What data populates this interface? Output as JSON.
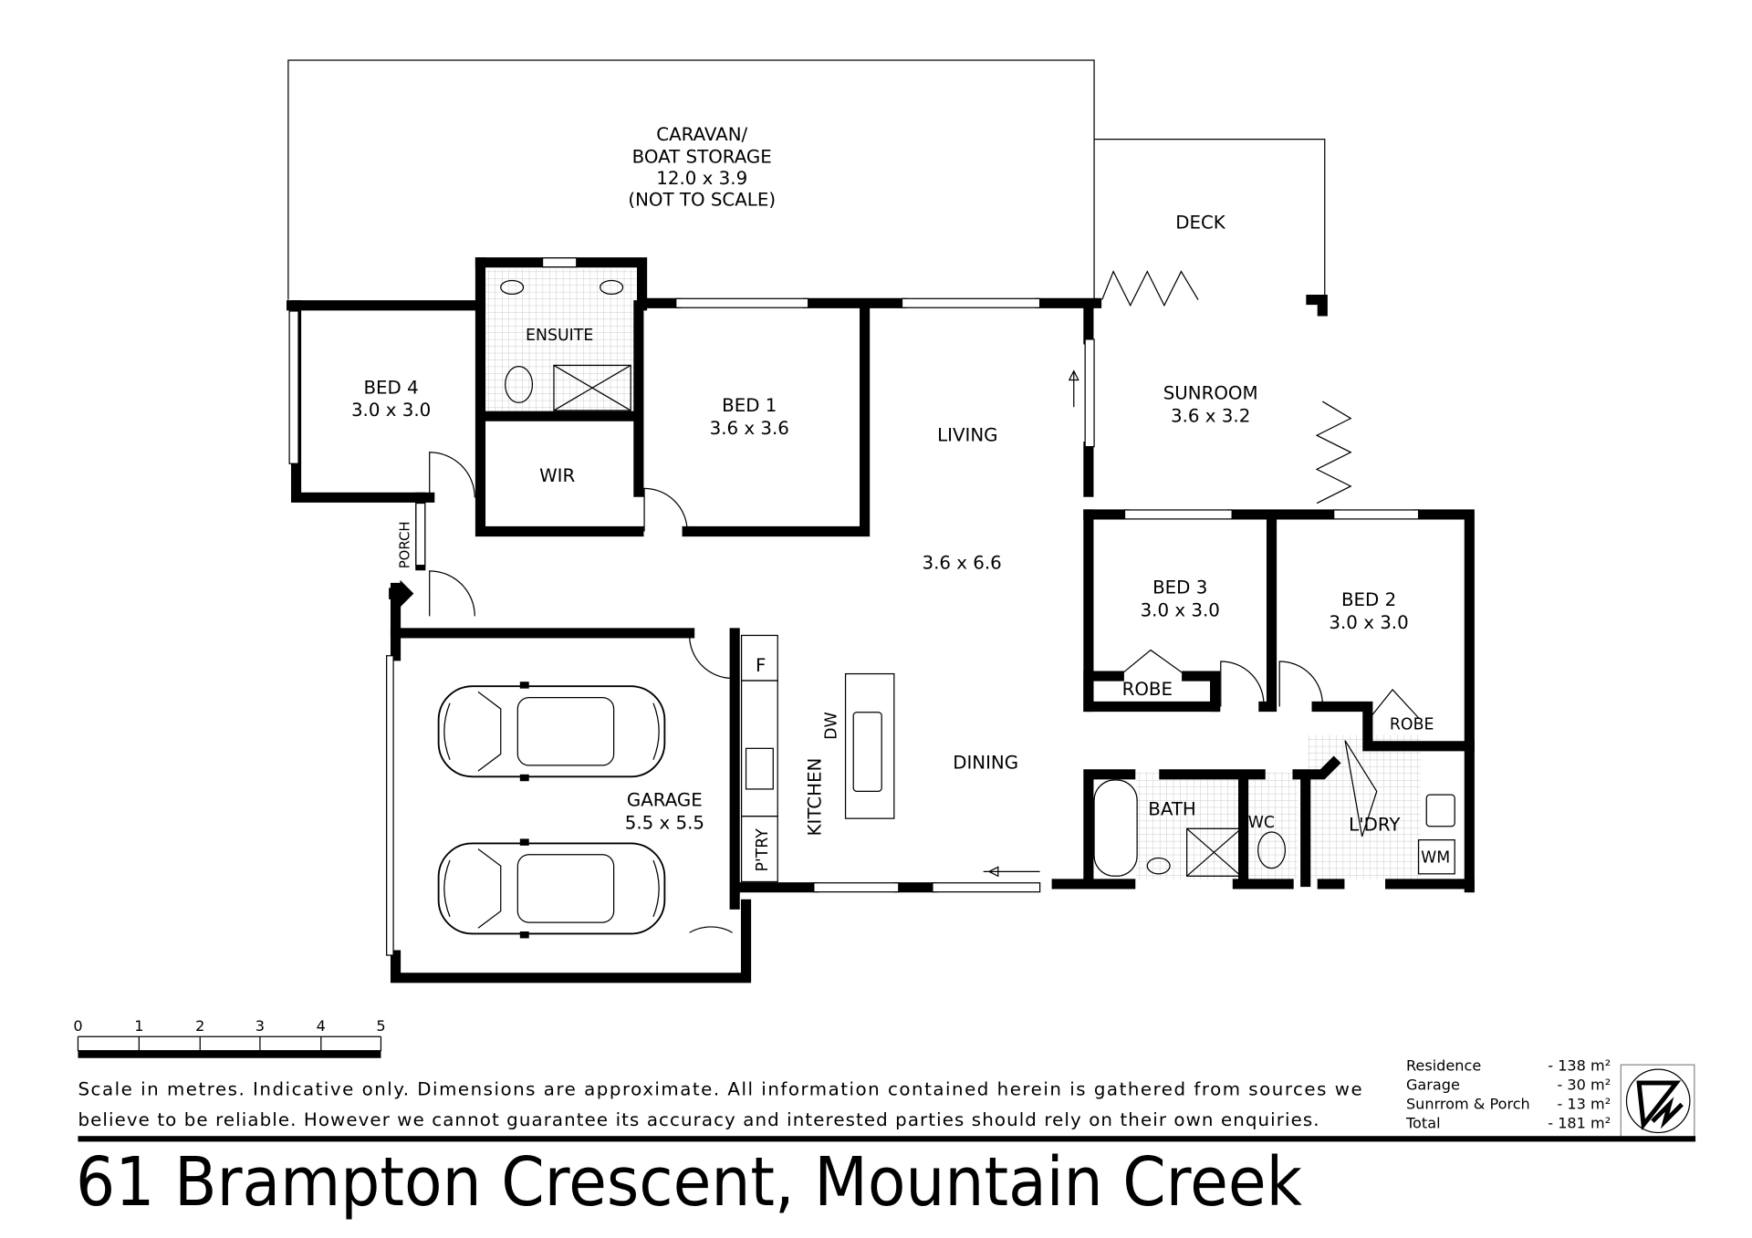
{
  "rooms": {
    "caravan": [
      "CARAVAN/",
      "BOAT STORAGE",
      "12.0 x 3.9",
      "(NOT TO SCALE)"
    ],
    "deck": "DECK",
    "ensuite": "ENSUITE",
    "bed4": {
      "name": "BED 4",
      "size": "3.0 x 3.0"
    },
    "bed1": {
      "name": "BED 1",
      "size": "3.6 x 3.6"
    },
    "wir": "WIR",
    "living": {
      "name": "LIVING",
      "size": "3.6 x 6.6"
    },
    "sunroom": {
      "name": "SUNROOM",
      "size": "3.6 x 3.2"
    },
    "bed3": {
      "name": "BED 3",
      "size": "3.0 x 3.0"
    },
    "bed2": {
      "name": "BED 2",
      "size": "3.0 x 3.0"
    },
    "robe": "ROBE",
    "porch": "PORCH",
    "garage": {
      "name": "GARAGE",
      "size": "5.5 x 5.5"
    },
    "fridge": "F",
    "dw": "DW",
    "kitchen": "KITCHEN",
    "pantry": "P'TRY",
    "dining": "DINING",
    "bath": "BATH",
    "wc": "WC",
    "laundry": "L'DRY",
    "wm": "WM"
  },
  "scale": {
    "ticks": [
      "0",
      "1",
      "2",
      "3",
      "4",
      "5"
    ]
  },
  "disclaimer": [
    "Scale in metres. Indicative only. Dimensions are approximate.  All information contained herein is gathered from sources we",
    "believe to be reliable. However we cannot guarantee its accuracy and interested parties should rely on their own enquiries."
  ],
  "areas": [
    {
      "label": "Residence",
      "value": "- 138 m²"
    },
    {
      "label": "Garage",
      "value": "-   30 m²"
    },
    {
      "label": "Sunrrom & Porch",
      "value": "-   13 m²"
    },
    {
      "label": "Total",
      "value": "- 181 m²"
    }
  ],
  "address": "61 Brampton Crescent, Mountain Creek"
}
